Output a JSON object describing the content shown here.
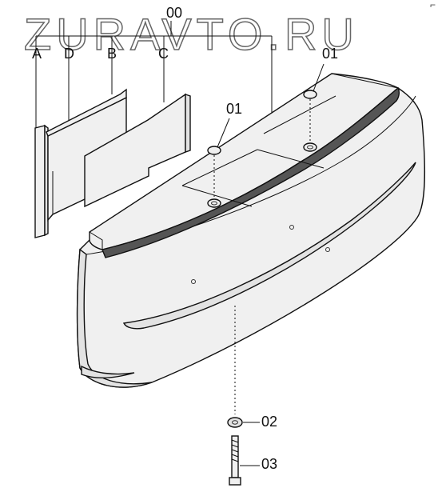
{
  "watermark": "ZURAVTO.RU",
  "corner_mark": "⌐",
  "labels": {
    "assembly": "00",
    "part_a": "A",
    "part_d": "D",
    "part_b": "B",
    "part_c": "C",
    "plug_right": "01",
    "plug_left": "01",
    "washer": "02",
    "bolt": "03"
  }
}
